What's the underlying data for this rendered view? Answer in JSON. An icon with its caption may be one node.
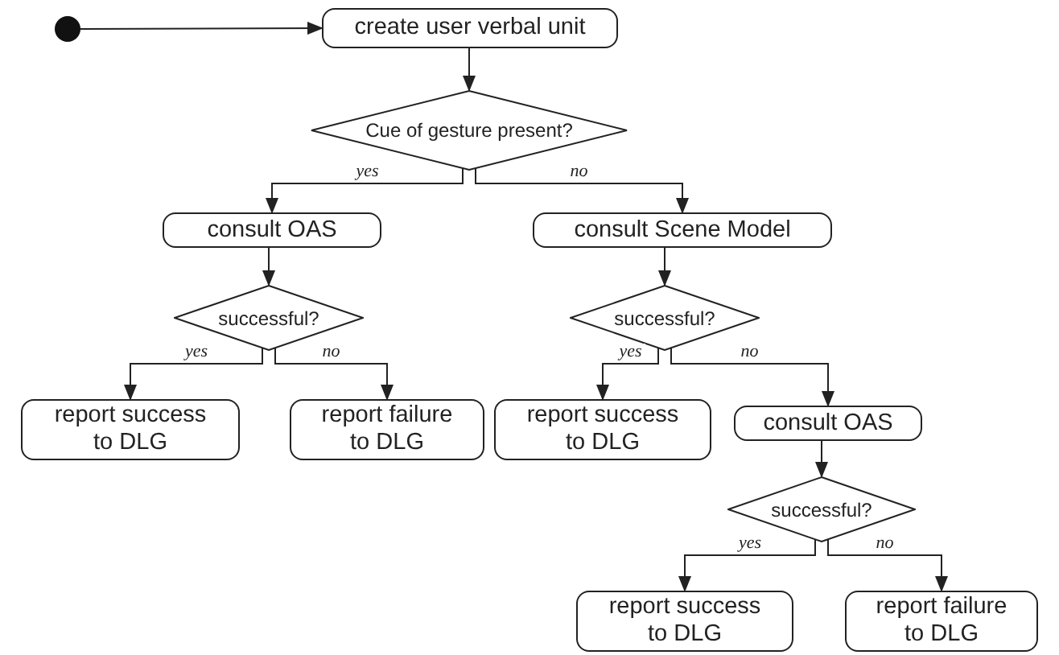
{
  "diagram": {
    "nodes": [
      {
        "text": [],
        "shape": "circle"
      },
      {
        "text": [
          "create user verbal unit"
        ]
      },
      {
        "text": [
          "Cue of gesture present?"
        ]
      },
      {
        "text": [
          "consult OAS"
        ]
      },
      {
        "text": [
          "consult Scene Model"
        ]
      },
      {
        "text": [
          "successful?"
        ]
      },
      {
        "text": [
          "successful?"
        ]
      },
      {
        "text": [
          "report success to DLG"
        ]
      },
      {
        "text": [
          "report failure to DLG"
        ]
      },
      {
        "text": [
          "report success to DLG"
        ]
      },
      {
        "text": [
          "consult OAS"
        ]
      },
      {
        "text": [
          "successful?"
        ]
      },
      {
        "text": [
          "report success to DLG"
        ]
      },
      {
        "text": [
          "report failure to DLG"
        ]
      }
    ],
    "edges": [
      {
        "from": 0,
        "to": 1,
        "arrow": "to"
      },
      {
        "from": 1,
        "to": 2,
        "arrow": "to"
      },
      {
        "from": 2,
        "to": 3,
        "label": "yes",
        "arrow": "to"
      },
      {
        "from": 2,
        "to": 4,
        "label": "no",
        "arrow": "to"
      },
      {
        "from": 3,
        "to": 5,
        "arrow": "to"
      },
      {
        "from": 4,
        "to": 6,
        "arrow": "to"
      },
      {
        "from": 5,
        "to": 7,
        "label": "yes",
        "arrow": "to"
      },
      {
        "from": 5,
        "to": 8,
        "label": "no",
        "arrow": "to"
      },
      {
        "from": 6,
        "to": 9,
        "label": "yes",
        "arrow": "to"
      },
      {
        "from": 6,
        "to": 10,
        "label": "no",
        "arrow": "to"
      },
      {
        "from": 10,
        "to": 11,
        "arrow": "to"
      },
      {
        "from": 11,
        "to": 12,
        "label": "yes",
        "arrow": "to"
      },
      {
        "from": 11,
        "to": 13,
        "label": "no",
        "arrow": "to"
      }
    ]
  }
}
